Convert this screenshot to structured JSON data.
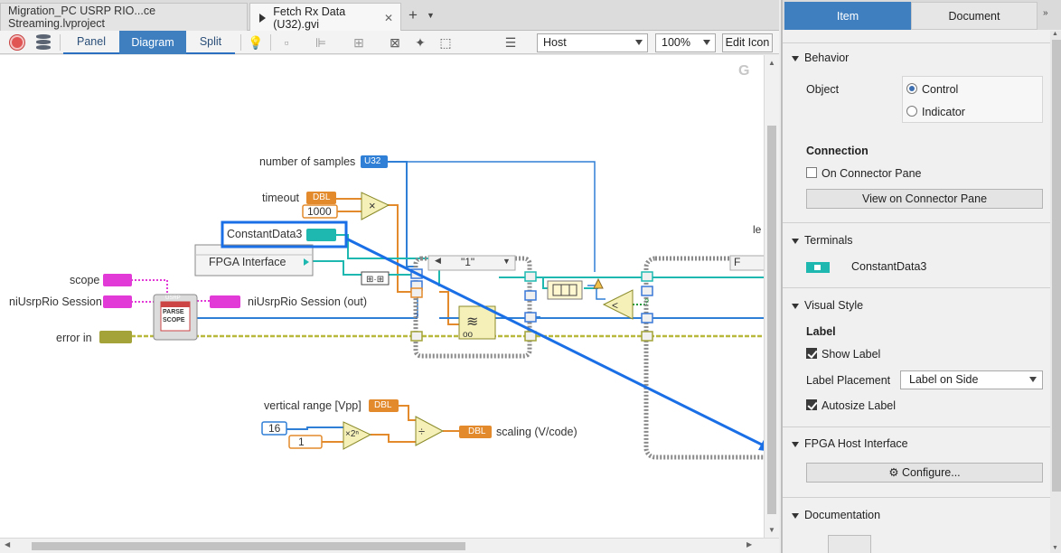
{
  "tabs": [
    {
      "label": "Migration_PC USRP RIO...ce Streaming.lvproject",
      "active": false
    },
    {
      "label": "Fetch Rx Data (U32).gvi",
      "active": true
    }
  ],
  "add_tab_label": "+",
  "toolbar": {
    "panel_label": "Panel",
    "diagram_label": "Diagram",
    "split_label": "Split",
    "target_select": "Host",
    "zoom_select": "100%",
    "edit_icon_label": "Edit Icon"
  },
  "diagram": {
    "number_of_samples": "number of samples",
    "u32_tag": "U32",
    "timeout": "timeout",
    "dbl_tag": "DBL",
    "const_1000": "1000",
    "constant_data3": "ConstantData3",
    "fpga_interface": "FPGA Interface",
    "scope": "scope",
    "niusrprio_session": "niUsrpRio Session",
    "niusrprio_session_out": "niUsrpRio Session (out)",
    "error_in": "error in",
    "case_selector": "\"1\"",
    "vertical_range": "vertical range [Vpp]",
    "const_16": "16",
    "const_1": "1",
    "scaling": "scaling (V/code)",
    "pow2_label": "×2ⁿ",
    "parse_scope_top": "USRP",
    "parse_scope_text1": "PARSE",
    "parse_scope_text2": "SCOPE",
    "f_selector": "F",
    "partial_label": "le",
    "q_mark": "?",
    "g_watermark": "G"
  },
  "panel": {
    "item_tab": "Item",
    "document_tab": "Document",
    "behavior_head": "Behavior",
    "object_label": "Object",
    "control_label": "Control",
    "indicator_label": "Indicator",
    "connection_label": "Connection",
    "on_connector_pane_label": "On Connector Pane",
    "view_connector_btn": "View on Connector Pane",
    "terminals_head": "Terminals",
    "terminal_name": "ConstantData3",
    "visual_style_head": "Visual Style",
    "label_label": "Label",
    "show_label": "Show Label",
    "label_placement_label": "Label Placement",
    "label_placement_value": "Label on Side",
    "autosize_label": "Autosize Label",
    "fpga_host_head": "FPGA Host Interface",
    "configure_btn": "Configure...",
    "documentation_head": "Documentation"
  },
  "colors": {
    "accent": "#3f7fc0",
    "u32_wire": "#2f7fd6",
    "dbl_wire": "#e28a2c",
    "error_wire": "#b8b83c",
    "session_pink": "#e23ad6",
    "teal": "#1eb8b0",
    "highlight_box": "#1a6fe6"
  }
}
